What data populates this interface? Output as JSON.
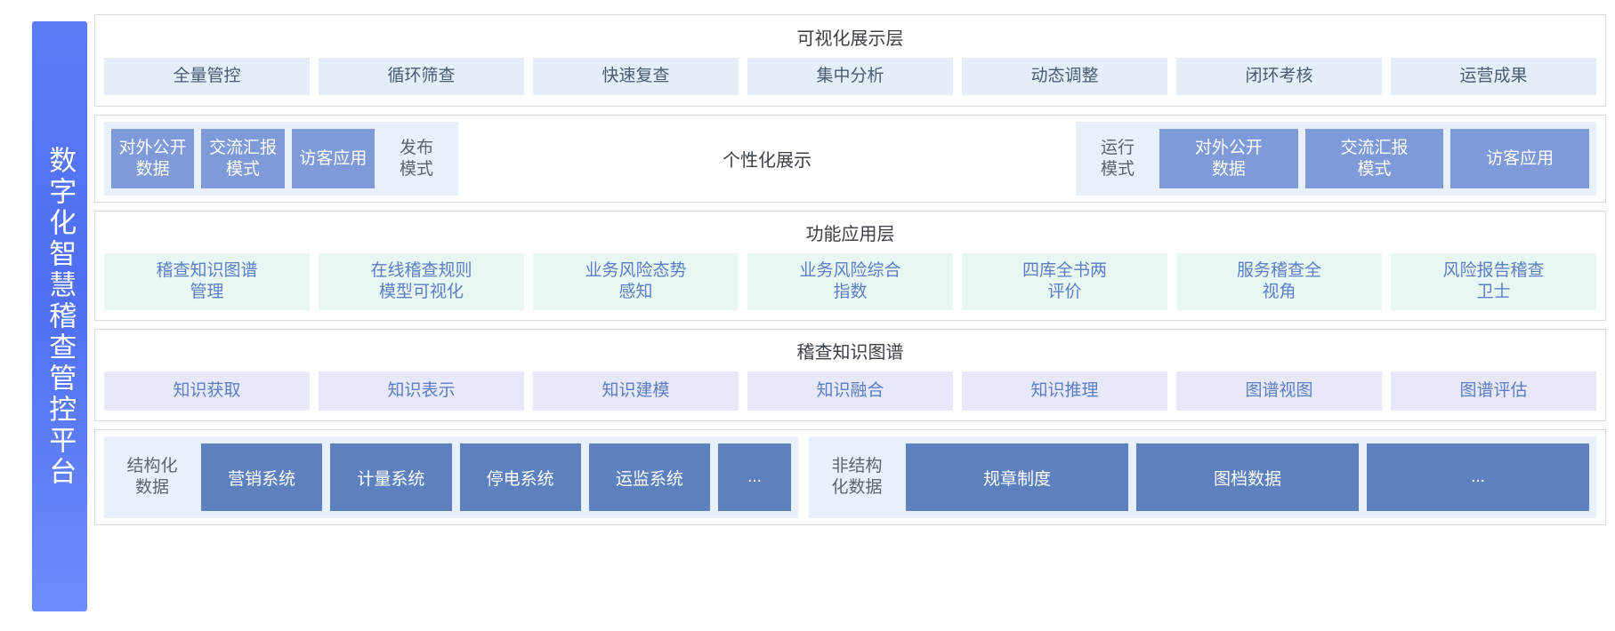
{
  "banner": {
    "title": "数字化智慧稽查管控平台",
    "gradient_from": "#5b7cf5",
    "gradient_to": "#6d8dfb"
  },
  "layers": {
    "visual": {
      "title": "可视化展示层",
      "card_bg": "#e3eef9",
      "card_text_color": "#4a5a73",
      "items": [
        "全量管控",
        "循环筛查",
        "快速复查",
        "集中分析",
        "动态调整",
        "闭环考核",
        "运营成果"
      ]
    },
    "personalized": {
      "center_label": "个性化展示",
      "chip_bg": "#7e9ad8",
      "group_bg": "#e8f1fb",
      "left_group": [
        {
          "label": "对外公开\n数据",
          "style": "filled"
        },
        {
          "label": "交流汇报\n模式",
          "style": "filled"
        },
        {
          "label": "访客应用",
          "style": "filled"
        },
        {
          "label": "发布\n模式",
          "style": "plain"
        }
      ],
      "right_group": [
        {
          "label": "运行\n模式",
          "style": "plain"
        },
        {
          "label": "对外公开\n数据",
          "style": "filled"
        },
        {
          "label": "交流汇报\n模式",
          "style": "filled"
        },
        {
          "label": "访客应用",
          "style": "filled"
        }
      ]
    },
    "functional": {
      "title": "功能应用层",
      "card_bg": "#e8f7f4",
      "card_text_color": "#5b7ec4",
      "items": [
        "稽查知识图谱\n管理",
        "在线稽查规则\n模型可视化",
        "业务风险态势\n感知",
        "业务风险综合\n指数",
        "四库全书两\n评价",
        "服务稽查全\n视角",
        "风险报告稽查\n卫士"
      ]
    },
    "knowledge_graph": {
      "title": "稽查知识图谱",
      "card_bg": "#e7e9fa",
      "card_text_color": "#5b7ec4",
      "items": [
        "知识获取",
        "知识表示",
        "知识建模",
        "知识融合",
        "知识推理",
        "图谱视图",
        "图谱评估"
      ]
    },
    "data_source": {
      "tile_bg": "#5d80be",
      "group_bg": "#e8f1fb",
      "structured": {
        "label": "结构化\n数据",
        "tiles": [
          "营销系统",
          "计量系统",
          "停电系统",
          "运监系统",
          "..."
        ]
      },
      "unstructured": {
        "label": "非结构\n化数据",
        "tiles": [
          "规章制度",
          "图档数据",
          "..."
        ]
      }
    }
  }
}
